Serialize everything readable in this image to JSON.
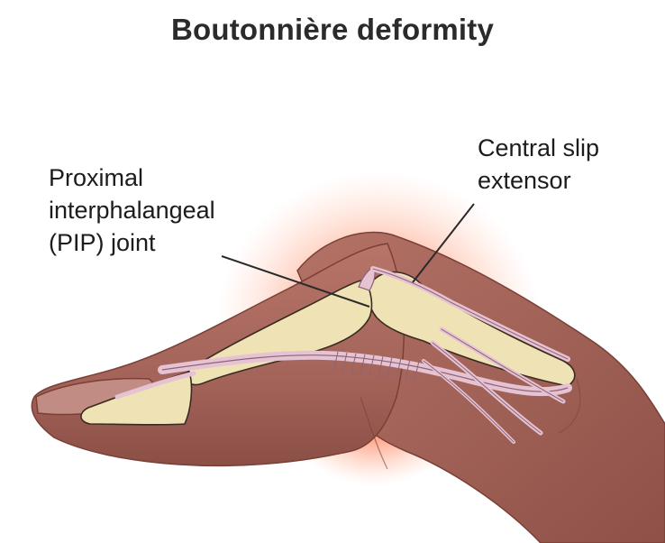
{
  "title": "Boutonnière deformity",
  "labels": {
    "pip_joint": [
      "Proximal",
      "interphalangeal",
      "(PIP) joint"
    ],
    "central_slip": [
      "Central slip",
      "extensor"
    ]
  },
  "colors": {
    "title": "#2b2b2b",
    "text": "#1c1c1c",
    "skin": "#a9685d",
    "skin_dark": "#7d4239",
    "nail": "#c08c83",
    "bone": "#efe2b4",
    "bone_outline": "#3a2c22",
    "tendon": "#e6c3d3",
    "tendon_outline": "#8c6476",
    "inflammation": "#ff5a2a",
    "leader_line": "#2a2a2a"
  },
  "icons": {
    "illustration": "bent-finger-anatomy"
  }
}
